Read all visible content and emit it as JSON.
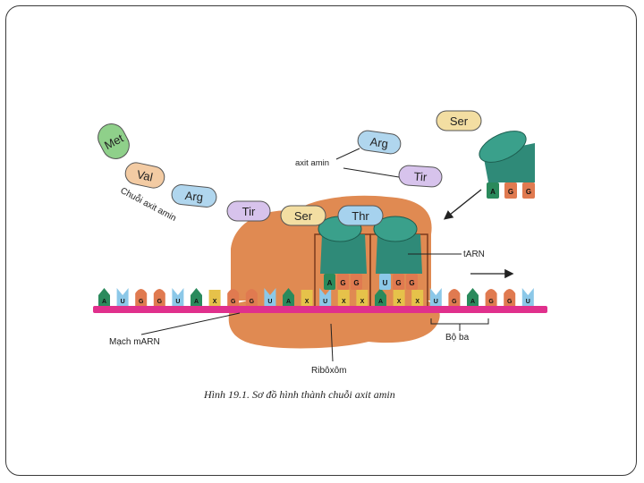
{
  "chain_amino_acids": [
    "Met",
    "Val",
    "Arg",
    "Tir"
  ],
  "ribosome_amino_acids": [
    "Ser",
    "Thr"
  ],
  "floating_amino_acids": [
    "Arg",
    "Tir"
  ],
  "incoming_amino_acid": "Ser",
  "incoming_anticodon": [
    "A",
    "G",
    "G"
  ],
  "trna1_anticodon": [
    "A",
    "G",
    "G"
  ],
  "trna2_anticodon": [
    "U",
    "G",
    "G"
  ],
  "mrna_bases": [
    "A",
    "U",
    "G",
    "G",
    "U",
    "A",
    "X",
    "G",
    "G",
    "U",
    "A",
    "X",
    "U",
    "X",
    "X",
    "A",
    "X",
    "X",
    "U",
    "G",
    "A",
    "G",
    "G",
    "U"
  ],
  "labels": {
    "amino_acid": "axit amin",
    "chain": "Chuỗi axit amin",
    "trna": "tARN",
    "mrna": "Mạch mARN",
    "triplet": "Bộ ba",
    "ribosome": "Ribôxôm"
  },
  "caption": "Hình 19.1. Sơ đồ hình thành chuỗi axit amin",
  "colors": {
    "mrna_strand": "#e0308c",
    "ribosome": "#e08a52",
    "trna": "#2f8a78",
    "met": "#8fd08a",
    "val": "#f3cba3",
    "arg": "#b0d6ee",
    "tir": "#d7c3ec",
    "ser": "#f3dea2",
    "thr": "#a6d2ee",
    "base_A": "#2a8a5c",
    "base_U": "#8cc8e8",
    "base_G": "#e07a50",
    "base_X": "#e6c24a"
  }
}
